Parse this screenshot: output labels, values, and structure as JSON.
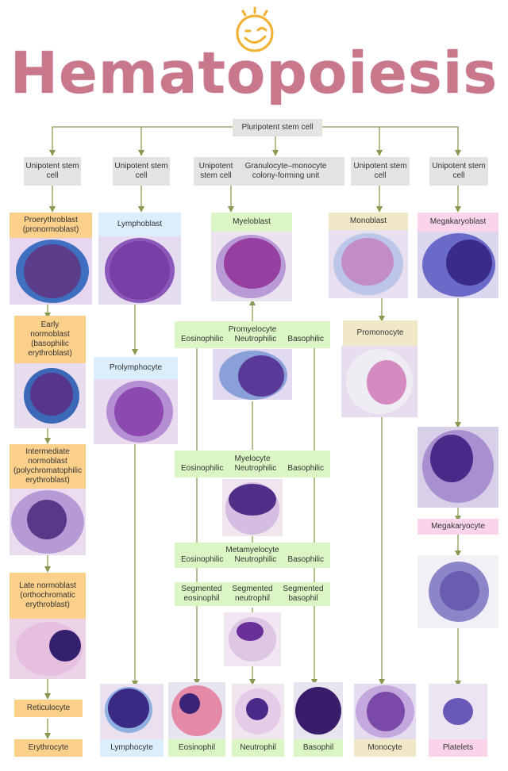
{
  "title": "Hematopoiesis",
  "top": {
    "stem": "Pluripotent stem cell"
  },
  "unipotent": [
    "Unipotent stem cell",
    "Unipotent stem cell",
    "Unipotent stem cell",
    "Unipotent stem cell",
    "Unipotent stem cell"
  ],
  "gmcfu": "Granulocyte–monocyte colony-forming unit",
  "erythroid": {
    "proerythroblast": "Proerythroblast (pronormoblast)",
    "early": "Early normoblast (basophilic erythroblast)",
    "intermediate": "Intermediate normoblast (polychromatophilic erythroblast)",
    "late": "Late normoblast (orthochromatic erythroblast)",
    "reticulocyte": "Reticulocyte",
    "erythrocyte": "Erythrocyte"
  },
  "lymphoid": {
    "lymphoblast": "Lymphoblast",
    "prolymphocyte": "Prolymphocyte",
    "lymphocyte": "Lymphocyte"
  },
  "myeloid": {
    "myeloblast": "Myeloblast",
    "promyelocyte": "Promyelocyte",
    "myelocyte": "Myelocyte",
    "metamyelocyte": "Metamyelocyte",
    "eosinophilic": "Eosinophilic",
    "neutrophilic": "Neutrophilic",
    "basophilic": "Basophilic",
    "seg_eos": "Segmented eosinophil",
    "seg_neu": "Segmented neutrophil",
    "seg_bas": "Segmented basophil",
    "eosinophil": "Eosinophil",
    "neutrophil": "Neutrophil",
    "basophil": "Basophil"
  },
  "monocytic": {
    "monoblast": "Monoblast",
    "promonocyte": "Promonocyte",
    "monocyte": "Monocyte"
  },
  "megakaryocytic": {
    "megakaryoblast": "Megakaryoblast",
    "megakaryocyte": "Megakaryocyte",
    "platelets": "Platelets"
  },
  "colors": {
    "title": "#c9788c",
    "line": "#8a9a52",
    "erythroid_label": "#fbd08a",
    "lymphoid_label": "#dceefb",
    "myeloid_label": "#dcf5c4",
    "monocytic_label": "#f1e8c7",
    "megakaryocytic_label": "#f9d4ea",
    "stem_label": "#e3e3e3"
  },
  "icons": {
    "logo": "smiley-winking-sun-icon"
  }
}
